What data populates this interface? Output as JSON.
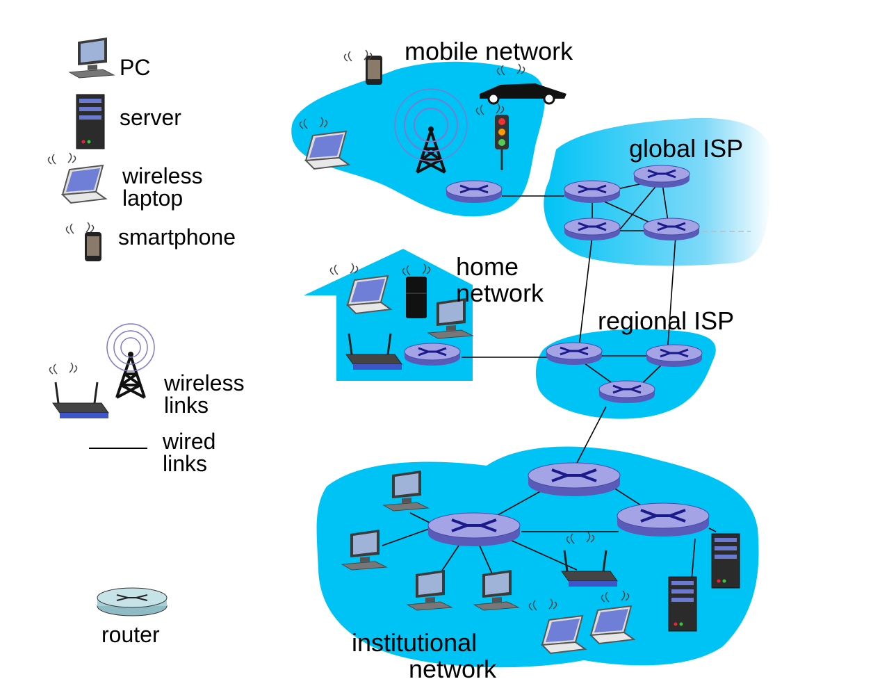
{
  "title": {
    "text": "",
    "color": "#3b3b9a"
  },
  "colors": {
    "network_fill": "#00c3f5",
    "router_top": "#9a9adf",
    "router_side": "#5a5ab8",
    "router_x": "#1a1a8a",
    "link": "#000000",
    "title": "#3b3b9a"
  },
  "legend": {
    "pc": {
      "label": "PC",
      "icon": "pc-icon"
    },
    "server": {
      "label": "server",
      "icon": "server-icon"
    },
    "wireless_laptop": {
      "line1": "wireless",
      "line2": "laptop",
      "icon": "laptop-icon"
    },
    "smartphone": {
      "label": "smartphone",
      "icon": "smartphone-icon"
    },
    "wireless_links": {
      "line1": "wireless",
      "line2": "links",
      "icon": "wireless-access-point-icon"
    },
    "wired_links": {
      "line1": "wired",
      "line2": "links"
    },
    "router": {
      "label": "router",
      "icon": "router-icon"
    }
  },
  "networks": {
    "mobile": {
      "label": "mobile network"
    },
    "global_isp": {
      "label": "global ISP"
    },
    "home": {
      "line1": "home",
      "line2": "network"
    },
    "regional_isp": {
      "label": "regional ISP"
    },
    "institutional": {
      "line1": "institutional",
      "line2": "network"
    }
  }
}
